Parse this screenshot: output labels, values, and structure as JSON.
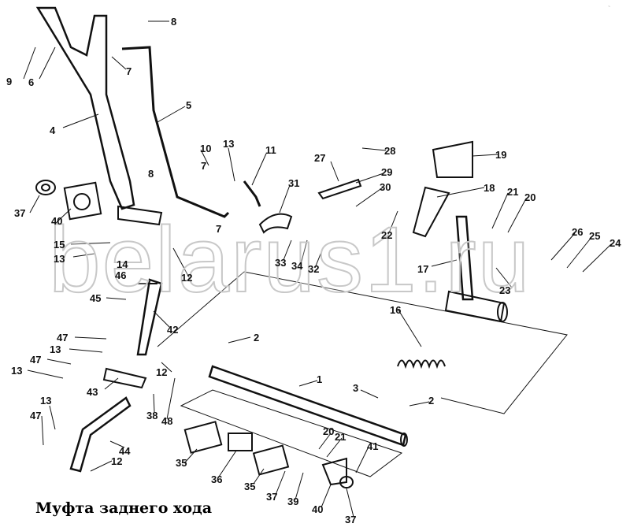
{
  "title": "Муфта заднего хода",
  "watermark": "belarus1.ru",
  "corner_code": "~",
  "labels": [
    "8",
    "9",
    "6",
    "7",
    "5",
    "4",
    "10",
    "13",
    "11",
    "8",
    "7",
    "31",
    "27",
    "28",
    "29",
    "30",
    "19",
    "18",
    "21",
    "20",
    "37",
    "40",
    "7",
    "22",
    "15",
    "13",
    "14",
    "46",
    "12",
    "33",
    "34",
    "32",
    "26",
    "25",
    "24",
    "17",
    "23",
    "45",
    "42",
    "16",
    "2",
    "47",
    "13",
    "47",
    "13",
    "12",
    "1",
    "43",
    "3",
    "2",
    "38",
    "48",
    "13",
    "47",
    "44",
    "12",
    "20",
    "21",
    "41",
    "35",
    "36",
    "35",
    "37",
    "39",
    "40",
    "37"
  ]
}
